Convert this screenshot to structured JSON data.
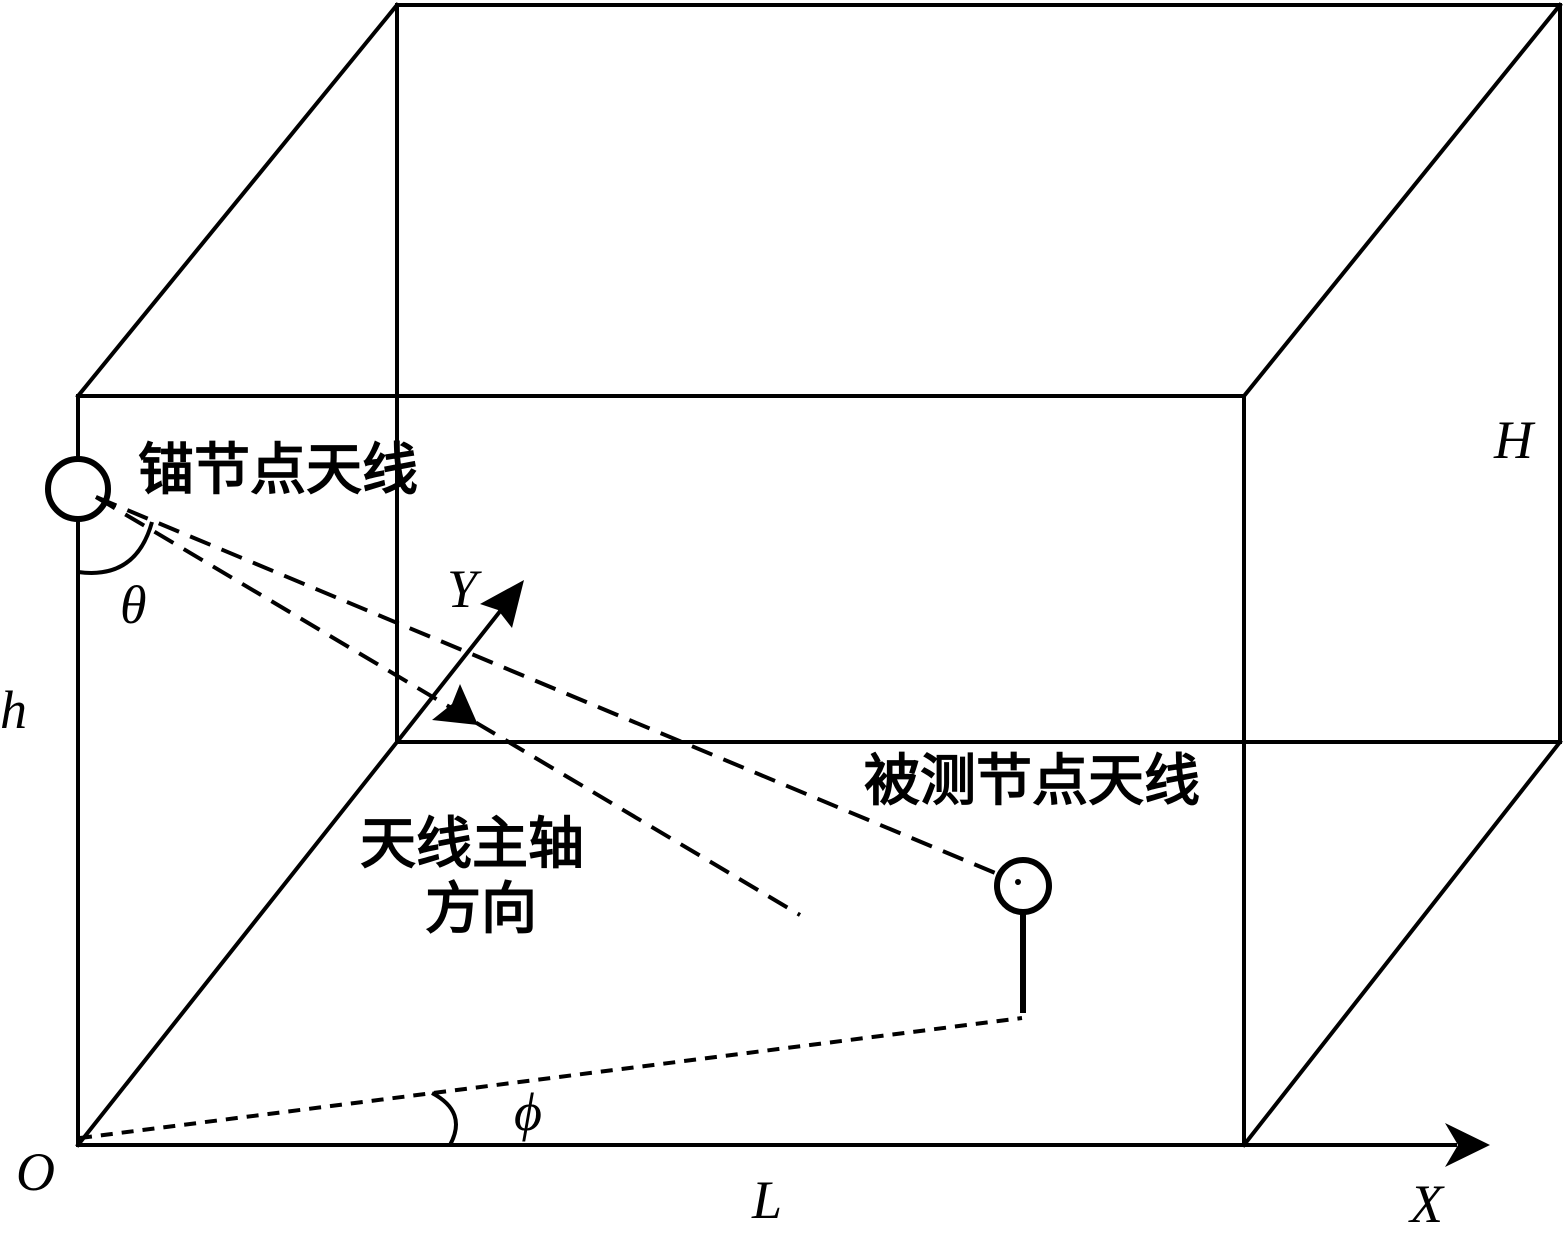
{
  "diagram": {
    "labels": {
      "anchor_antenna": "锚节点天线",
      "target_antenna": "被测节点天线",
      "axis_direction_line1": "天线主轴",
      "axis_direction_line2": "方向",
      "height_room": "H",
      "height_anchor": "h",
      "length": "L",
      "origin": "O",
      "x_axis": "X",
      "y_axis": "Y",
      "theta": "θ",
      "phi": "ϕ"
    },
    "colors": {
      "stroke": "#000000",
      "background": "#ffffff"
    }
  }
}
